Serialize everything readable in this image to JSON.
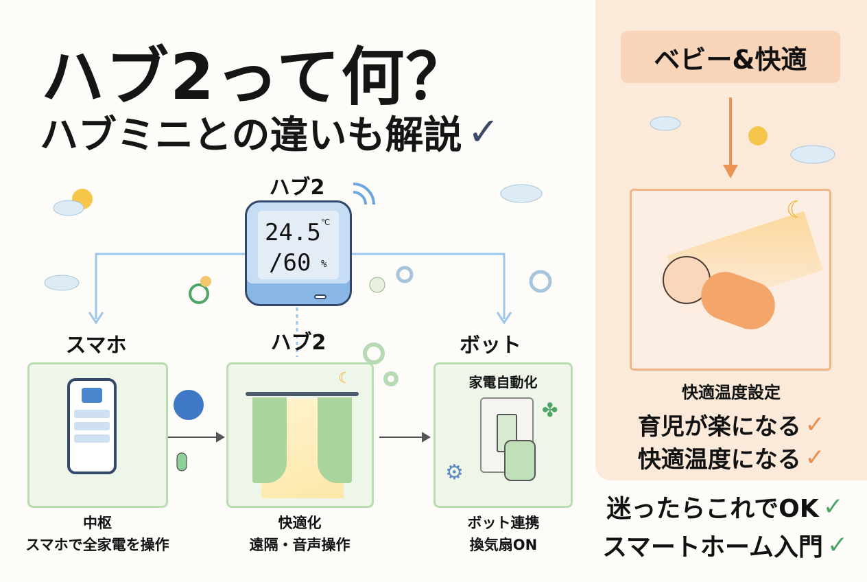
{
  "title": "ハブ2って何？",
  "subtitle": "ハブミニとの違いも解説",
  "device": {
    "label": "ハブ2",
    "temperature": "24.5",
    "temp_unit": "℃",
    "humidity": "/60",
    "humidity_unit": "%"
  },
  "panels": [
    {
      "label": "スマホ",
      "caption1": "中枢",
      "caption2": "スマホで全家電を操作"
    },
    {
      "label": "ハブ2",
      "caption1": "快適化",
      "caption2": "遠隔・音声操作"
    },
    {
      "label": "ボット",
      "inner_title": "家電自動化",
      "caption1": "ボット連携",
      "caption2": "換気扇ON"
    }
  ],
  "right": {
    "tag": "ベビー&快適",
    "setting": "快適温度設定",
    "benefits": [
      "育児が楽になる",
      "快適温度になる"
    ]
  },
  "bottom": [
    "迷ったらこれでOK",
    "スマートホーム入門"
  ],
  "check": "✓",
  "colors": {
    "accent_orange": "#e88f4e",
    "green": "#4fa565",
    "blue": "#a8cdf0",
    "navy": "#3d4a66"
  }
}
